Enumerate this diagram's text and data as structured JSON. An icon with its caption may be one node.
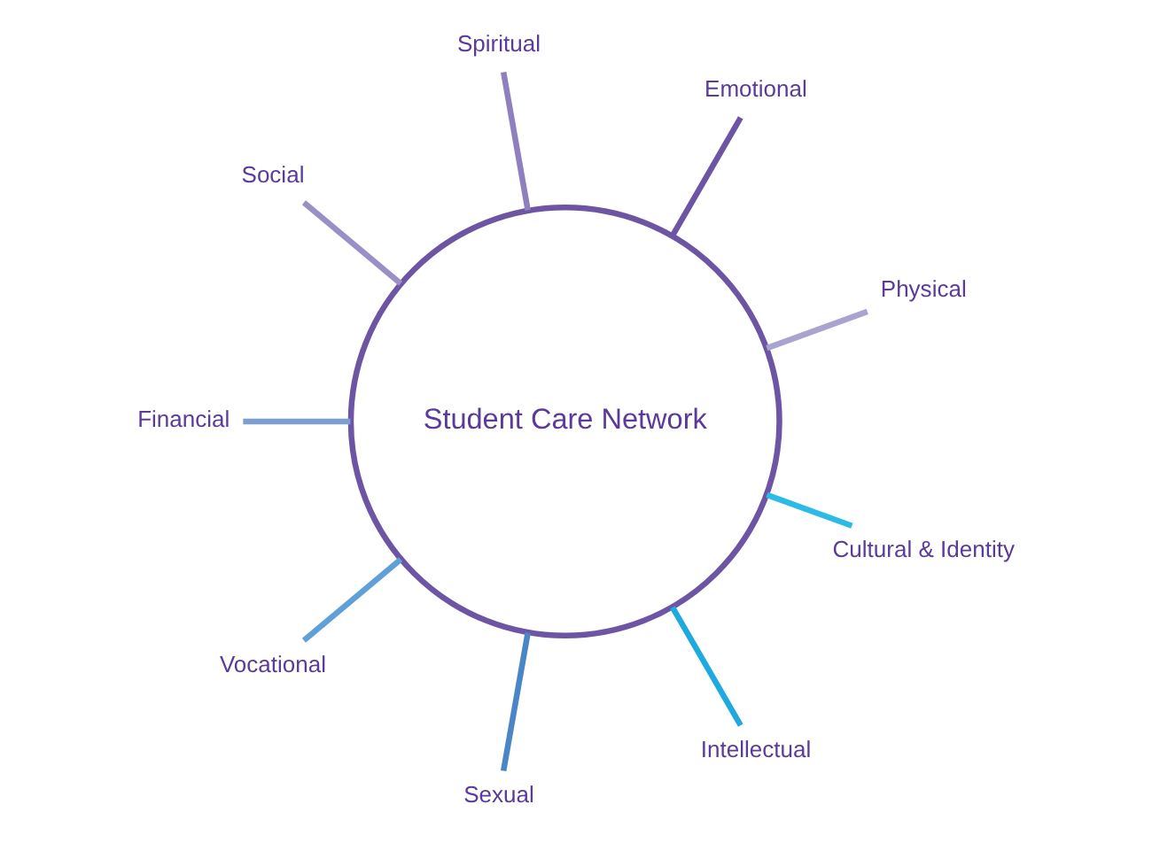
{
  "diagram": {
    "nodes": [
      {
        "text": [
          "Student Care Network"
        ]
      },
      {
        "text": [
          "Physical"
        ]
      },
      {
        "text": [
          "Emotional"
        ]
      },
      {
        "text": [
          "Spiritual"
        ]
      },
      {
        "text": [
          "Social"
        ]
      },
      {
        "text": [
          "Financial"
        ]
      },
      {
        "text": [
          "Vocational"
        ]
      },
      {
        "text": [
          "Sexual"
        ]
      },
      {
        "text": [
          "Intellectual"
        ]
      },
      {
        "text": [
          "Cultural & Identity"
        ]
      }
    ],
    "edges": [
      {
        "from": 0,
        "to": 1,
        "arrow": "none",
        "color": "#a9a3cf"
      },
      {
        "from": 0,
        "to": 2,
        "arrow": "none",
        "color": "#6e55a3"
      },
      {
        "from": 0,
        "to": 3,
        "arrow": "none",
        "color": "#8f7fbf"
      },
      {
        "from": 0,
        "to": 4,
        "arrow": "none",
        "color": "#9a8fc6"
      },
      {
        "from": 0,
        "to": 5,
        "arrow": "none",
        "color": "#7b9fd1"
      },
      {
        "from": 0,
        "to": 6,
        "arrow": "none",
        "color": "#5fa0d6"
      },
      {
        "from": 0,
        "to": 7,
        "arrow": "none",
        "color": "#4a86c5"
      },
      {
        "from": 0,
        "to": 8,
        "arrow": "none",
        "color": "#1faadf"
      },
      {
        "from": 0,
        "to": 9,
        "arrow": "none",
        "color": "#2bbbe6"
      }
    ]
  }
}
